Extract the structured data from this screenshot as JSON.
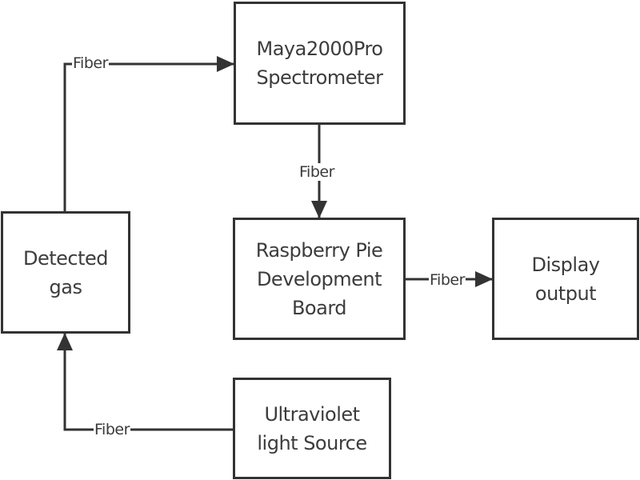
{
  "diagram": {
    "nodes": [
      {
        "id": "spectrometer",
        "lines": [
          "Maya2000Pro",
          "Spectrometer"
        ]
      },
      {
        "id": "detected_gas",
        "lines": [
          "Detected",
          "gas"
        ]
      },
      {
        "id": "raspberry",
        "lines": [
          "Raspberry Pie",
          "Development",
          "Board"
        ]
      },
      {
        "id": "display",
        "lines": [
          "Display",
          "output"
        ]
      },
      {
        "id": "uv_source",
        "lines": [
          "Ultraviolet",
          "light Source"
        ]
      }
    ],
    "edges": [
      {
        "from": "detected_gas",
        "to": "spectrometer",
        "label": "Fiber"
      },
      {
        "from": "spectrometer",
        "to": "raspberry",
        "label": "Fiber"
      },
      {
        "from": "raspberry",
        "to": "display",
        "label": "Fiber"
      },
      {
        "from": "uv_source",
        "to": "detected_gas",
        "label": "Fiber"
      }
    ],
    "colors": {
      "stroke": "#333333",
      "text": "#3c3c3c",
      "background": "#ffffff"
    }
  }
}
